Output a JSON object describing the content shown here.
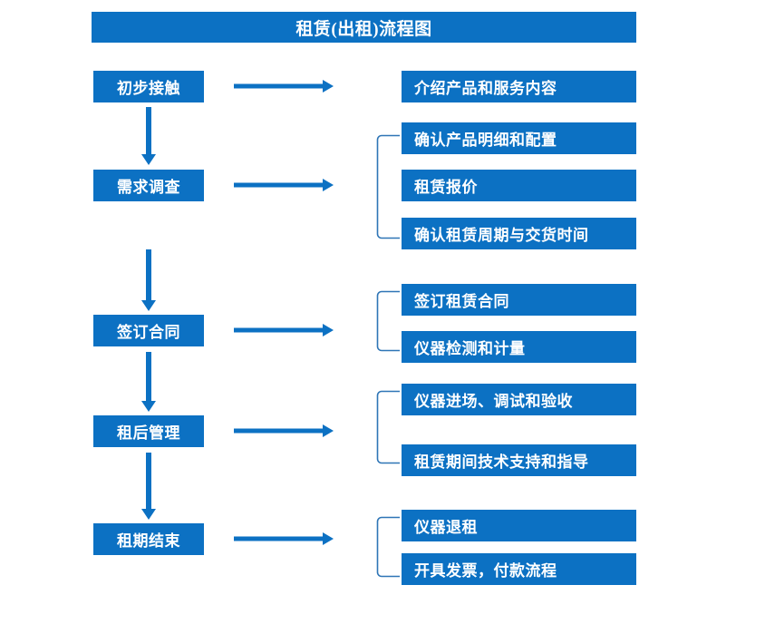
{
  "diagram": {
    "title": "租赁(出租)流程图",
    "accent_color": "#0C71C3",
    "background_color": "#FFFFFF",
    "text_color": "#FFFFFF",
    "type": "flowchart",
    "stages": [
      {
        "id": "stage-1",
        "label": "初步接触",
        "details": [
          "介绍产品和服务内容"
        ],
        "has_bracket": false
      },
      {
        "id": "stage-2",
        "label": "需求调查",
        "details": [
          "确认产品明细和配置",
          "租赁报价",
          "确认租赁周期与交货时间"
        ],
        "has_bracket": true
      },
      {
        "id": "stage-3",
        "label": "签订合同",
        "details": [
          "签订租赁合同",
          "仪器检测和计量"
        ],
        "has_bracket": true
      },
      {
        "id": "stage-4",
        "label": "租后管理",
        "details": [
          "仪器进场、调试和验收",
          "租赁期间技术支持和指导"
        ],
        "has_bracket": true
      },
      {
        "id": "stage-5",
        "label": "租期结束",
        "details": [
          "仪器退租",
          "开具发票，付款流程"
        ],
        "has_bracket": true
      }
    ],
    "icons": {
      "right_arrow": "right-arrow-icon",
      "down_arrow": "down-arrow-icon",
      "bracket": "bracket-icon"
    }
  }
}
